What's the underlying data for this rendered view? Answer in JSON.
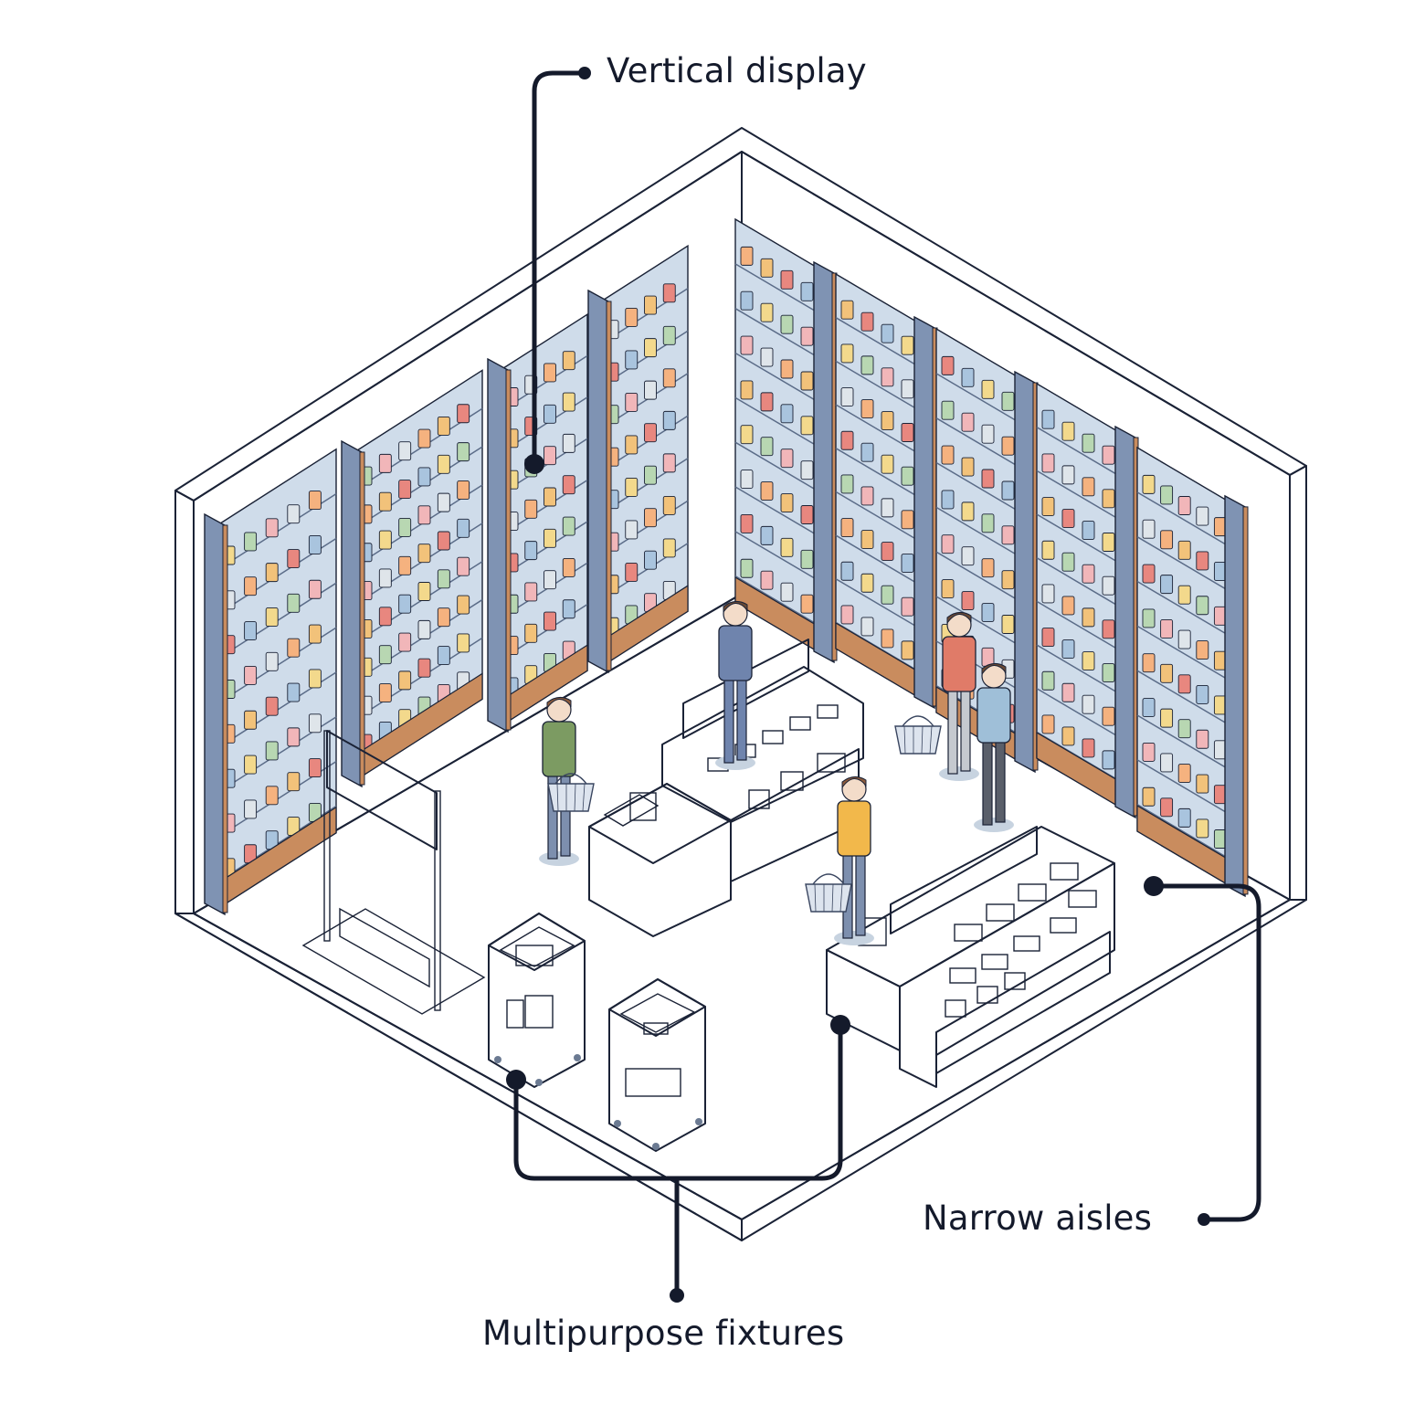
{
  "illustration": {
    "subject": "Isometric cutaway of a compact retail store interior",
    "elements": [
      "wall shelving units",
      "glass display counters",
      "checkout counter with register",
      "entrance security gate",
      "mobile book carts",
      "shoppers with baskets",
      "store clerk"
    ]
  },
  "callouts": [
    {
      "id": "vertical-display",
      "label": "Vertical display"
    },
    {
      "id": "narrow-aisles",
      "label": "Narrow aisles"
    },
    {
      "id": "multipurpose-fixtures",
      "label": "Multipurpose fixtures"
    }
  ],
  "colors": {
    "callout": "#141a2b",
    "wall": "#c9d8e6",
    "floor": "#e3eaf2",
    "fixture_side": "#7f93b3",
    "wood": "#c98c5e",
    "outline": "#1a2236"
  }
}
